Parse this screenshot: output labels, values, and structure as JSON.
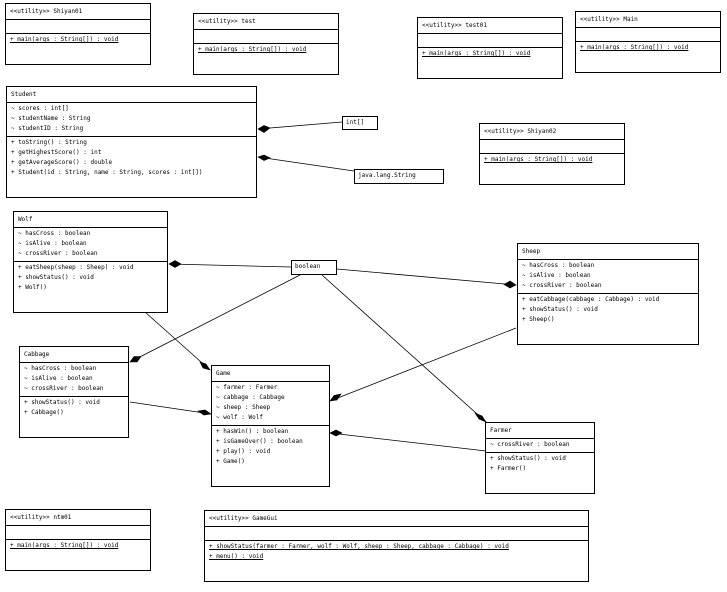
{
  "classes": {
    "shiyan01": {
      "name": "<<utility>> Shiyan01",
      "attrs": [],
      "methods": [
        {
          "text": "+ main(args : String[]) : void",
          "static": true
        }
      ]
    },
    "test": {
      "name": "<<utility>> test",
      "attrs": [],
      "methods": [
        {
          "text": "+ main(args : String[]) : void",
          "static": true
        }
      ]
    },
    "test01": {
      "name": "<<utility>> test01",
      "attrs": [],
      "methods": [
        {
          "text": "+ main(args : String[]) : void",
          "static": true
        }
      ]
    },
    "main": {
      "name": "<<utility>> Main",
      "attrs": [],
      "methods": [
        {
          "text": "+ main(args : String[]) : void",
          "static": true
        }
      ]
    },
    "student": {
      "name": "Student",
      "attrs": [
        "~ scores : int[]",
        "~ studentName : String",
        "~ studentID : String"
      ],
      "methods": [
        {
          "text": "+ toString() : String"
        },
        {
          "text": "+ getHighestScore() : int"
        },
        {
          "text": "+ getAverageScore() : double"
        },
        {
          "text": "+ Student(id : String, name : String, scores : int[])"
        }
      ]
    },
    "shiyan02": {
      "name": "<<utility>> Shiyan02",
      "attrs": [],
      "methods": [
        {
          "text": "+ main(args : String[]) : void",
          "static": true
        }
      ]
    },
    "wolf": {
      "name": "Wolf",
      "attrs": [
        "~ hasCross : boolean",
        "~ isAlive : boolean",
        "~ crossRiver : boolean"
      ],
      "methods": [
        {
          "text": "+ eatSheep(sheep : Sheep) : void"
        },
        {
          "text": "+ showStatus() : void"
        },
        {
          "text": "+ Wolf()"
        }
      ]
    },
    "sheep": {
      "name": "Sheep",
      "attrs": [
        "~ hasCross : boolean",
        "~ isAlive : boolean",
        "~ crossRiver : boolean"
      ],
      "methods": [
        {
          "text": "+ eatCabbage(cabbage : Cabbage) : void"
        },
        {
          "text": "+ showStatus() : void"
        },
        {
          "text": "+ Sheep()"
        }
      ]
    },
    "cabbage": {
      "name": "Cabbage",
      "attrs": [
        "~ hasCross : boolean",
        "~ isAlive : boolean",
        "~ crossRiver : boolean"
      ],
      "methods": [
        {
          "text": "+ showStatus() : void"
        },
        {
          "text": "+ Cabbage()"
        }
      ]
    },
    "game": {
      "name": "Game",
      "attrs": [
        "~ farmer : Farmer",
        "~ cabbage : Cabbage",
        "~ sheep : Sheep",
        "~ wolf : Wolf"
      ],
      "methods": [
        {
          "text": "+ hasWin() : boolean"
        },
        {
          "text": "+ isGameOver() : boolean"
        },
        {
          "text": "+ play() : void"
        },
        {
          "text": "+ Game()"
        }
      ]
    },
    "farmer": {
      "name": "Farmer",
      "attrs": [
        "~ crossRiver : boolean"
      ],
      "methods": [
        {
          "text": "+ showStatus() : void"
        },
        {
          "text": "+ Farmer()"
        }
      ]
    },
    "ntm01": {
      "name": "<<utility>> ntm01",
      "attrs": [],
      "methods": [
        {
          "text": "+ main(args : String[]) : void",
          "static": true
        }
      ]
    },
    "gamegui": {
      "name": "<<utility>> GameGui",
      "attrs": [],
      "methods": [
        {
          "text": "+ showStatus(farmer : Farmer, wolf : Wolf, sheep : Sheep, cabbage : Cabbage) : void",
          "static": true
        },
        {
          "text": "+ menu() : void",
          "static": true
        }
      ]
    }
  },
  "notes": {
    "int_array": "int[]",
    "java_string": "java.lang.String",
    "boolean": "boolean"
  }
}
